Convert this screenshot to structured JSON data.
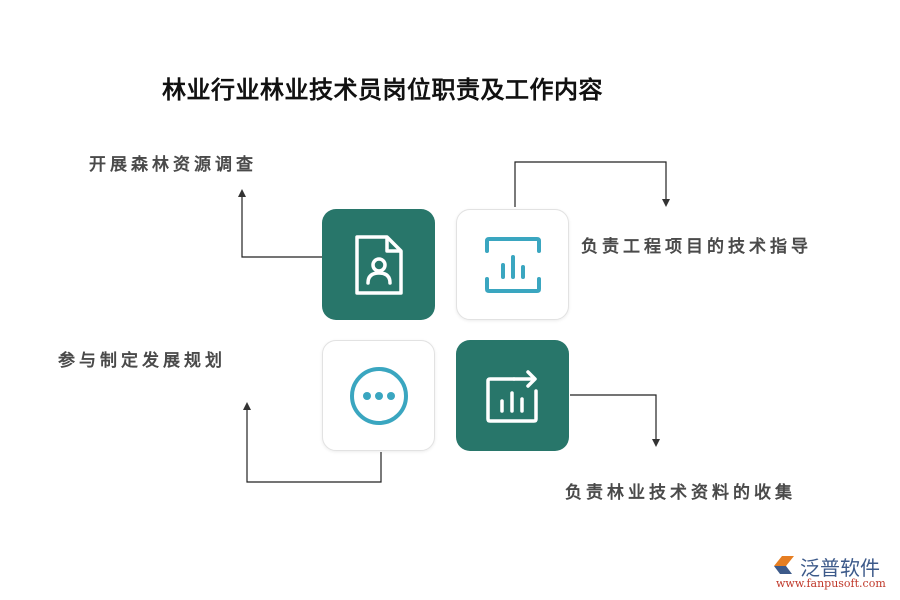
{
  "title": "林业行业林业技术员岗位职责及工作内容",
  "items": [
    {
      "label": "开展森林资源调查",
      "icon": "document-user-icon",
      "style": "dark"
    },
    {
      "label": "负责工程项目的技术指导",
      "icon": "bar-chart-frame-icon",
      "style": "light"
    },
    {
      "label": "参与制定发展规划",
      "icon": "more-circle-icon",
      "style": "light"
    },
    {
      "label": "负责林业技术资料的收集",
      "icon": "chart-export-icon",
      "style": "dark"
    }
  ],
  "colors": {
    "dark_tile": "#28766a",
    "light_icon": "#3aa6c0",
    "text": "#4a4a4a",
    "title": "#111111"
  },
  "logo": {
    "name": "泛普软件",
    "url": "www.fanpusoft.com"
  }
}
